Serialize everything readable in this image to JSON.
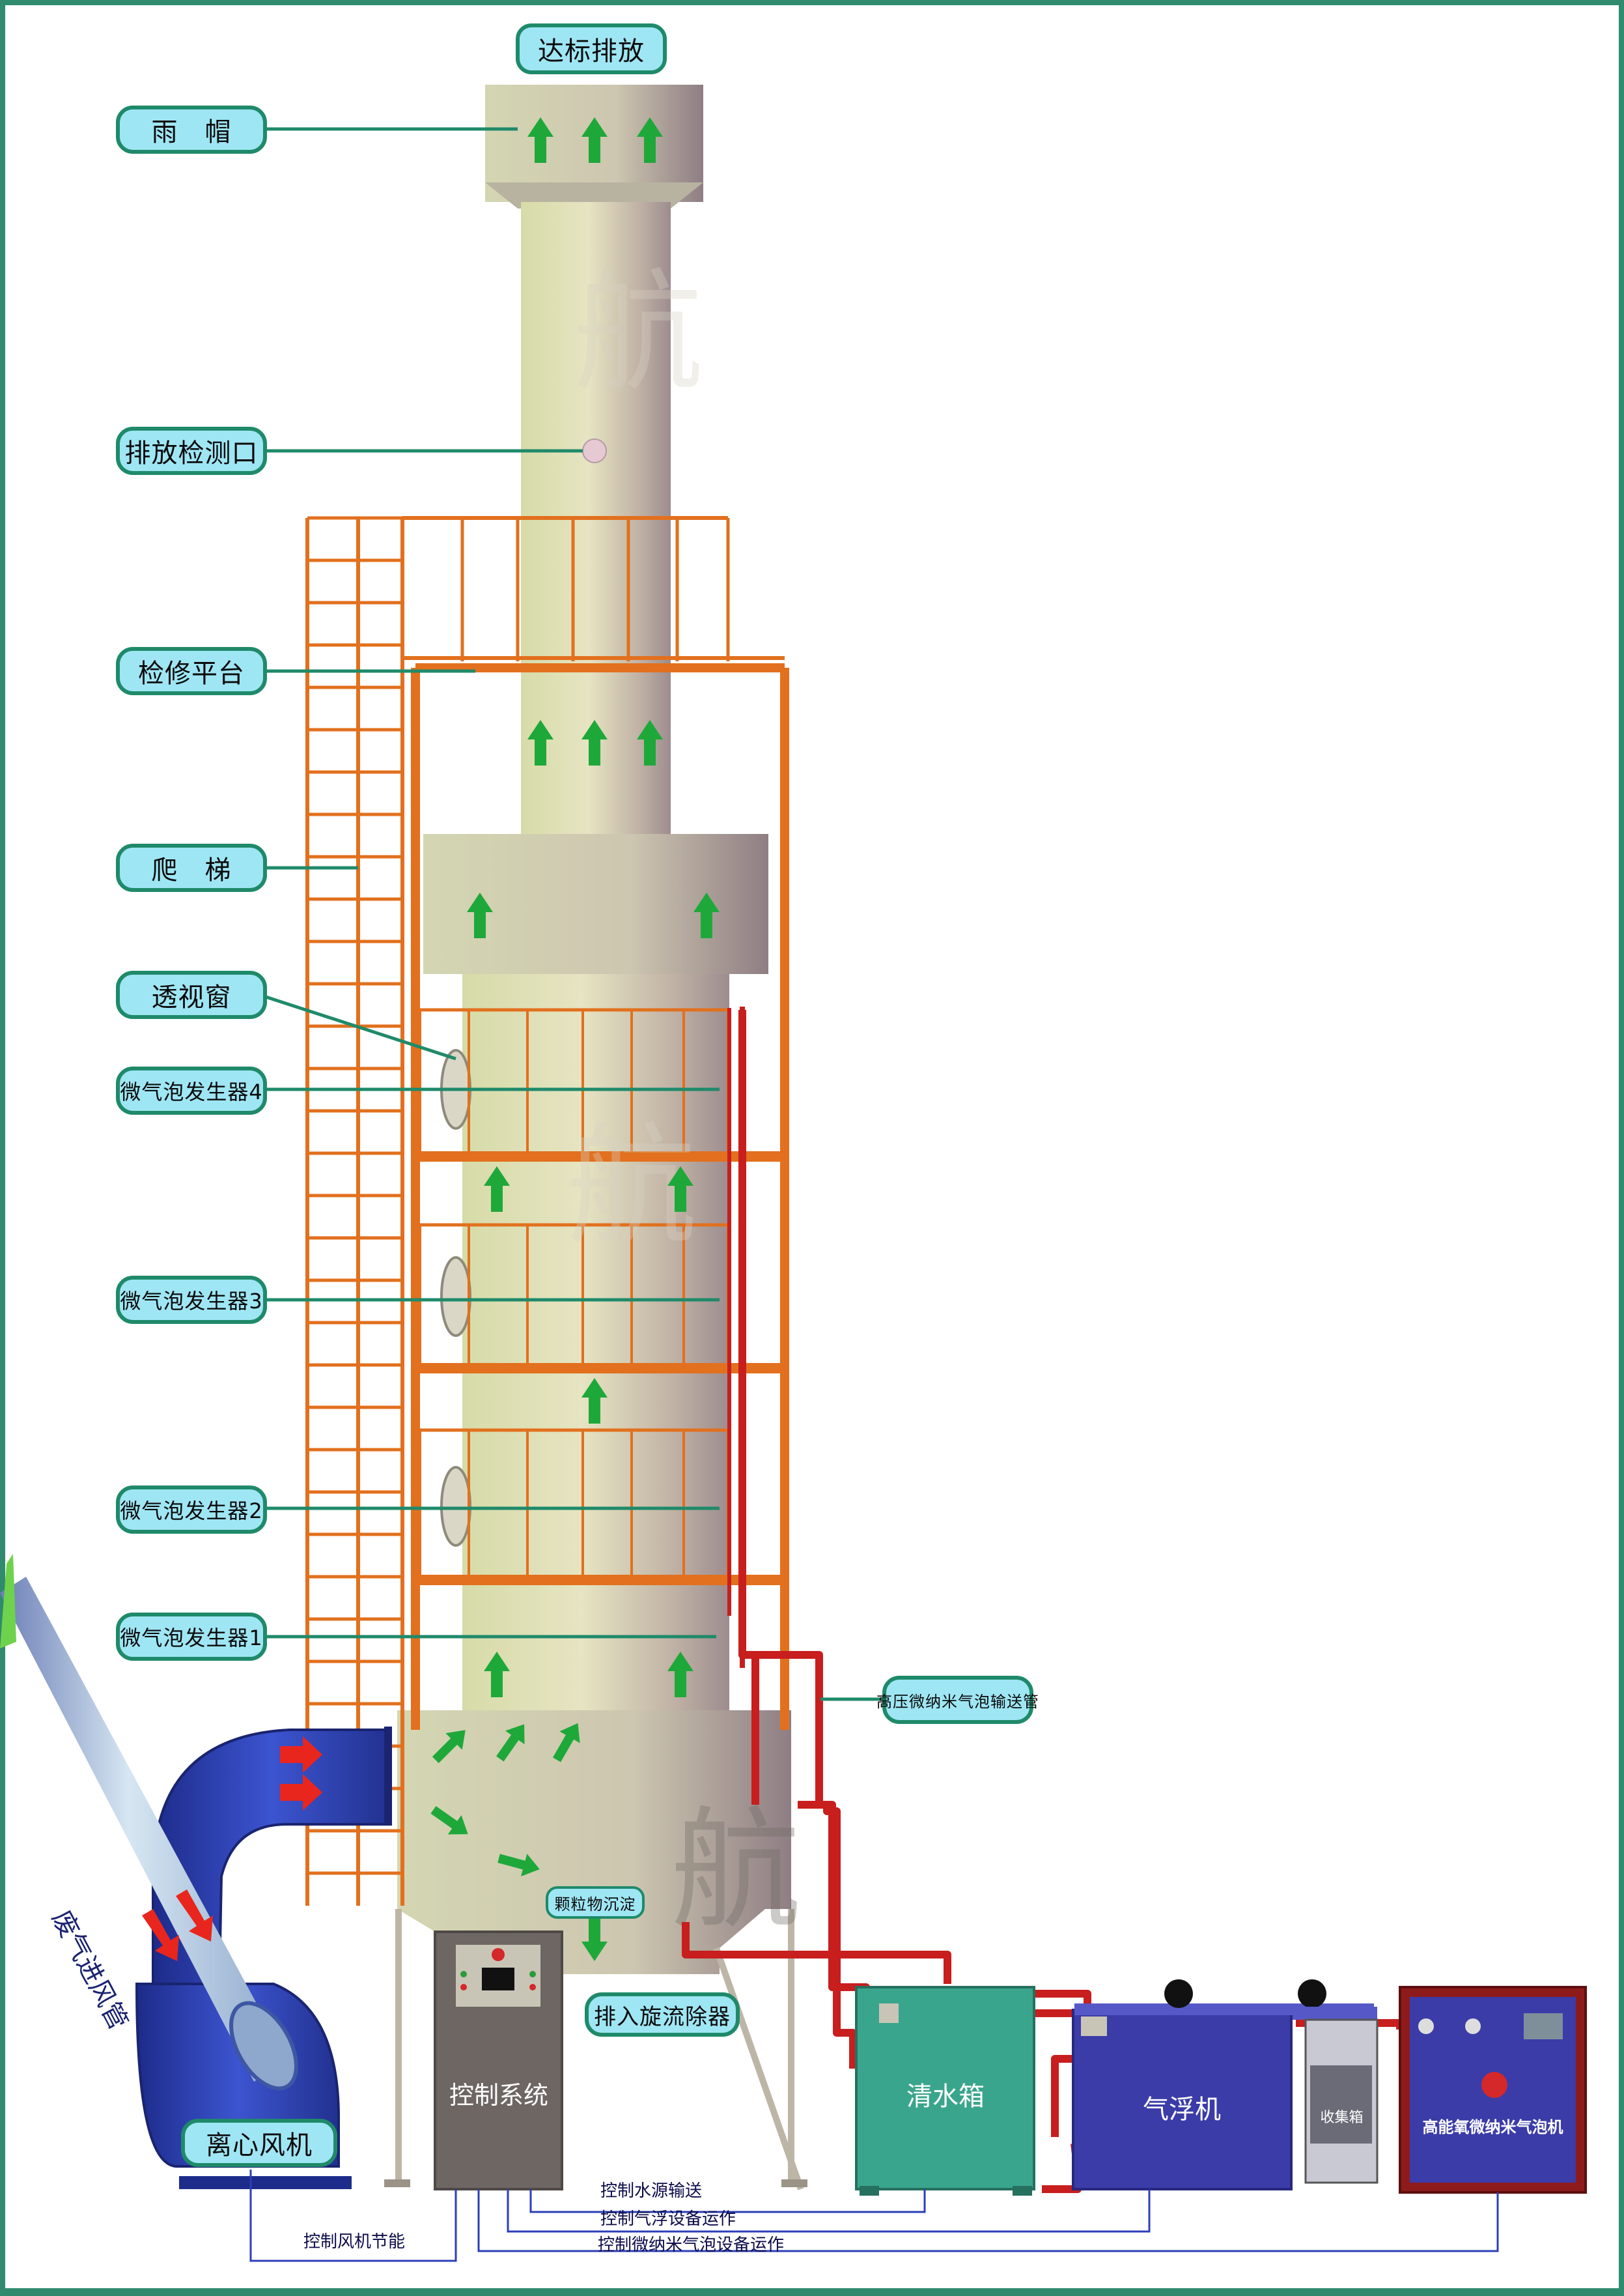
{
  "title": "达标排放",
  "labels": {
    "rain_cap": "雨　帽",
    "emission_port": "排放检测口",
    "platform": "检修平台",
    "ladder": "爬　梯",
    "window": "透视窗",
    "gen4": "微气泡发生器4",
    "gen3": "微气泡发生器3",
    "gen2": "微气泡发生器2",
    "gen1": "微气泡发生器1",
    "hp_pipe": "高压微纳米气泡输送管",
    "sediment": "颗粒物沉淀",
    "cyclone": "排入旋流除器",
    "fan": "离心风机",
    "inlet_pipe": "废气进风管"
  },
  "equipment": {
    "control_system": "控制系统",
    "clean_tank": "清水箱",
    "air_flotation": "气浮机",
    "collection_box": "收集箱",
    "generator_machine": "高能氧微纳米气泡机"
  },
  "control_lines": {
    "water": "控制水源输送",
    "flotation": "控制气浮设备运作",
    "bubble": "控制微纳米气泡设备运作",
    "fan": "控制风机节能"
  },
  "watermark": "航",
  "colors": {
    "border": "#2f8a6e",
    "label_fill": "#9fe6f4",
    "label_border": "#1f8a6a",
    "frame_orange": "#e2701e",
    "tower": "#cfd2ad",
    "arrow_green": "#1fa83a",
    "arrow_red": "#e8261e",
    "pipe_red": "#c81e1e",
    "duct_blue": "#2c3fb8",
    "tank_teal": "#3aa58d",
    "flotation_blue": "#3b3ca8",
    "machine_red": "#8e1b1b",
    "control_gray": "#6b6460"
  }
}
